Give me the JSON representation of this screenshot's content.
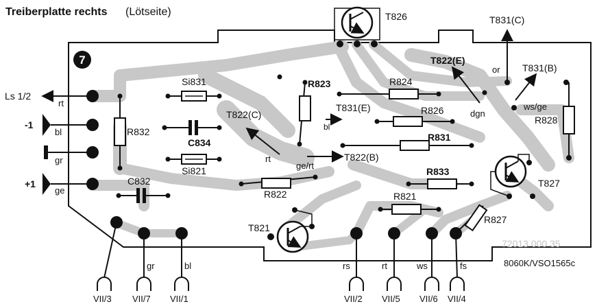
{
  "title": {
    "main": "Treiberplatte rechts",
    "sub": "(Lötseite)"
  },
  "badge": "7",
  "stamp": "72013 000 35",
  "drawing_code": "8060K/VSO1565c",
  "components": {
    "si831": "Si831",
    "si821": "Si821",
    "r832": "R832",
    "c834": "C834",
    "c832": "C832",
    "r823": "R823",
    "r824": "R824",
    "r826": "R826",
    "r831": "R831",
    "r822": "R822",
    "r833": "R833",
    "r821": "R821",
    "r827": "R827",
    "r828": "R828",
    "t821": "T821",
    "t826": "T826",
    "t827": "T827"
  },
  "callouts": {
    "ls12": "Ls 1/2",
    "minus1": "-1",
    "plus1": "+1",
    "t822c": "T822(C)",
    "t831e": "T831(E)",
    "t822b": "T822(B)",
    "t822e": "T822(E)",
    "t831c": "T831(C)",
    "t831b": "T831(B)"
  },
  "wire_colors": {
    "rt1": "rt",
    "bl1": "bl",
    "gr1": "gr",
    "ge1": "ge",
    "rt2": "rt",
    "bl2": "bl",
    "gert": "ge/rt",
    "dgn": "dgn",
    "or": "or",
    "wsge": "ws/ge",
    "gr_b": "gr",
    "bl_b": "bl",
    "rs": "rs",
    "rt_b": "rt",
    "ws": "ws",
    "fs": "fs"
  },
  "connectors": [
    "VII/3",
    "VII/7",
    "VII/1",
    "VII/2",
    "VII/5",
    "VII/6",
    "VII/4"
  ]
}
